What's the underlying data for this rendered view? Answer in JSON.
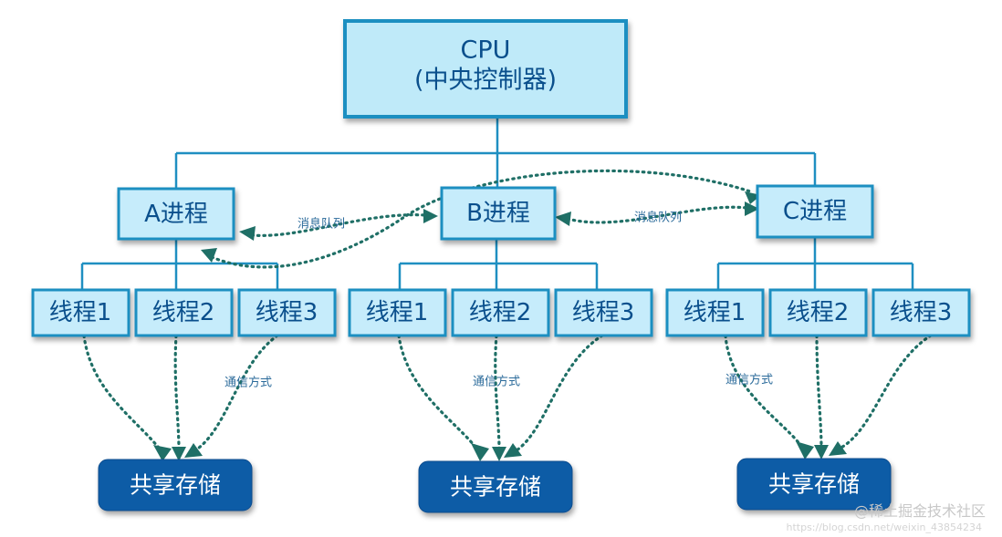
{
  "cpu": {
    "line1": "CPU",
    "line2": "(中央控制器)"
  },
  "processes": [
    {
      "label": "A进程",
      "threads": [
        "线程1",
        "线程2",
        "线程3"
      ],
      "comm_label": "通信方式",
      "storage": "共享存储"
    },
    {
      "label": "B进程",
      "threads": [
        "线程1",
        "线程2",
        "线程3"
      ],
      "comm_label": "通信方式",
      "storage": "共享存储"
    },
    {
      "label": "C进程",
      "threads": [
        "线程1",
        "线程2",
        "线程3"
      ],
      "comm_label": "通信方式",
      "storage": "共享存储"
    }
  ],
  "ipc_labels": [
    "消息队列",
    "消息队列"
  ],
  "watermark": {
    "main": "@稀土掘金技术社区",
    "url": "https://blog.csdn.net/weixin_43854234"
  }
}
